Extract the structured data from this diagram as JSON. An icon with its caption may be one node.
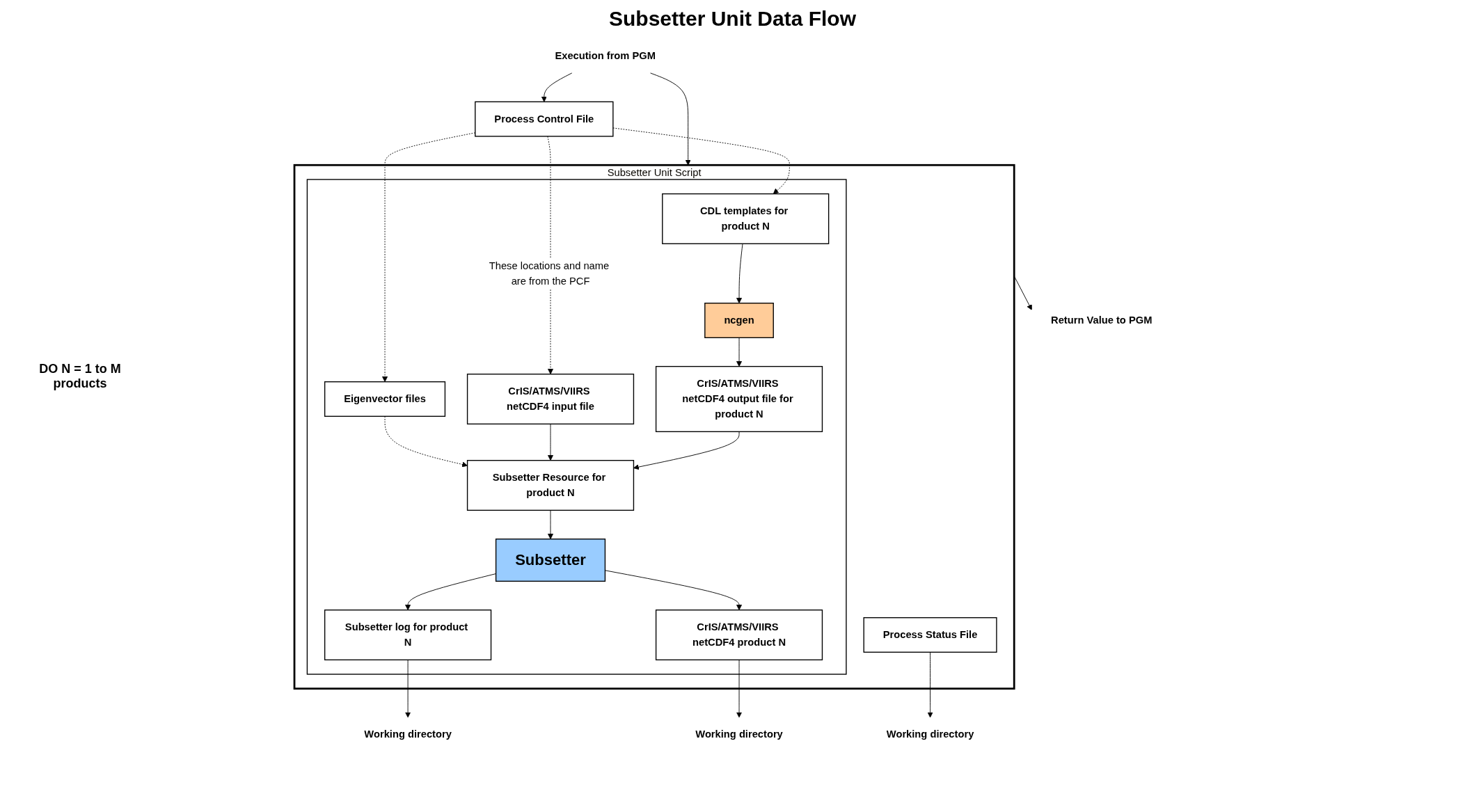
{
  "diagram": {
    "title": "Subsetter Unit Data Flow",
    "nodes": [
      {
        "text": [
          "Execution from PGM"
        ]
      },
      {
        "text": [
          "Process Control File"
        ]
      },
      {
        "text": [
          "Return Value to PGM"
        ]
      },
      {
        "text": [
          "Subsetter Unit Script"
        ]
      },
      {
        "text": [],
        "shape": "box",
        "in": 3
      },
      {
        "text": [
          "CDL templates for product N"
        ],
        "in": 4
      },
      {
        "text": [
          "CrIS/ATMS/VIIRS netCDF4 input file"
        ],
        "in": 4
      },
      {
        "text": [
          "Eigenvector files"
        ],
        "in": 4
      },
      {
        "text": [
          "ncgen"
        ],
        "in": 4
      },
      {
        "text": [
          "CrIS/ATMS/VIIRS netCDF4 output file for product N"
        ],
        "in": 4
      },
      {
        "text": [
          "Subsetter Resource for product N"
        ],
        "in": 4
      },
      {
        "text": [
          "Subsetter log for product N"
        ],
        "in": 4
      },
      {
        "text": [
          "Subsetter"
        ],
        "in": 4
      },
      {
        "text": [
          "CrIS/ATMS/VIIRS netCDF4 product N"
        ],
        "in": 4
      },
      {
        "text": [
          "Process Status File"
        ],
        "in": 3
      },
      {
        "text": [
          "Working directory"
        ]
      },
      {
        "text": [
          "Working directory"
        ]
      },
      {
        "text": [
          "Working directory"
        ]
      }
    ],
    "edges": [
      {
        "from": 0,
        "to": 1,
        "arrow": "to"
      },
      {
        "from": 0,
        "to": 3,
        "arrow": "to"
      },
      {
        "from": 3,
        "to": 2,
        "arrow": "to"
      },
      {
        "from": 1,
        "to": 5,
        "arrow": "to",
        "style": "dashed"
      },
      {
        "from": 1,
        "to": 6,
        "arrow": "to",
        "style": "dashed",
        "label": "These locations and name are from the PCF"
      },
      {
        "from": 1,
        "to": 7,
        "arrow": "to",
        "style": "dashed"
      },
      {
        "from": 5,
        "to": 8,
        "arrow": "to"
      },
      {
        "from": 8,
        "to": 9,
        "arrow": "to"
      },
      {
        "from": 9,
        "to": 10,
        "arrow": "to"
      },
      {
        "from": 6,
        "to": 10,
        "arrow": "to"
      },
      {
        "from": 7,
        "to": 10,
        "arrow": "to",
        "style": "dashed"
      },
      {
        "from": 10,
        "to": 12,
        "arrow": "to"
      },
      {
        "from": 12,
        "to": 11,
        "arrow": "to"
      },
      {
        "from": 12,
        "to": 13,
        "arrow": "to"
      },
      {
        "from": 14,
        "to": 15,
        "arrow": "to"
      },
      {
        "from": 11,
        "to": 16,
        "arrow": "to"
      },
      {
        "from": 13,
        "to": 17,
        "arrow": "to"
      }
    ],
    "labels": [
      "DO N = 1 to M products"
    ]
  }
}
